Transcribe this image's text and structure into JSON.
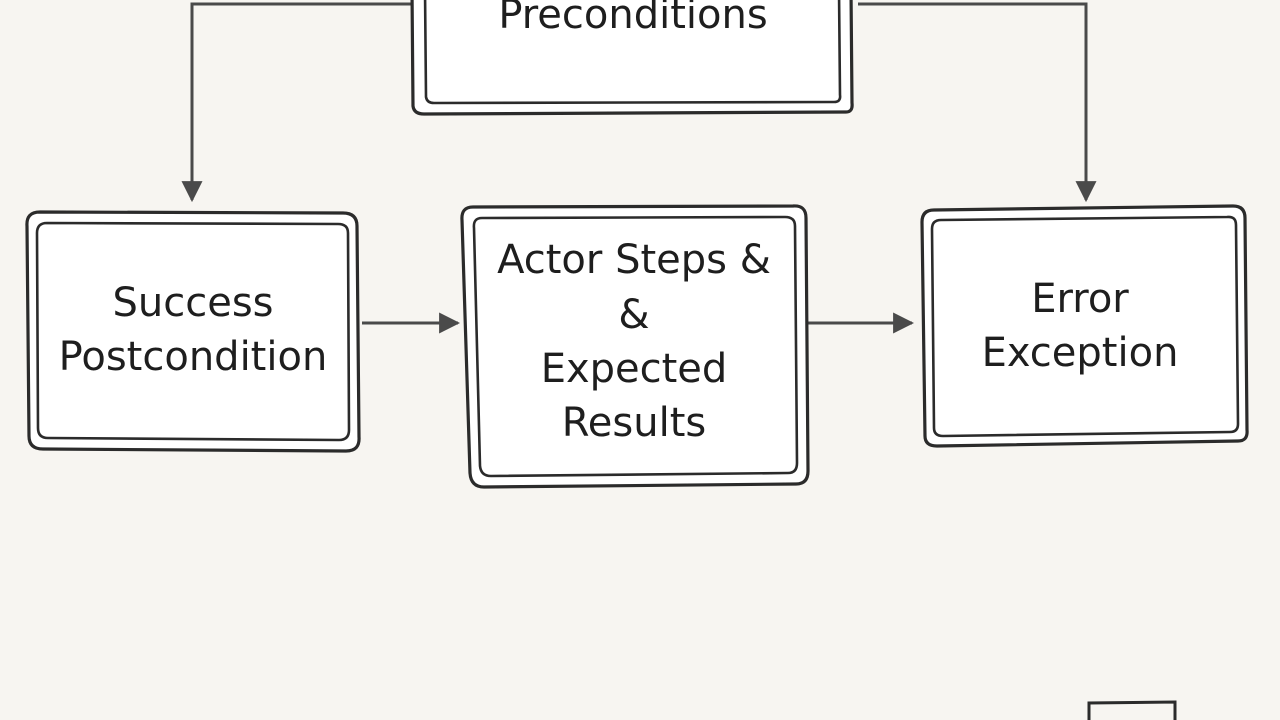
{
  "diagram": {
    "nodes": [
      {
        "id": "preconditions",
        "lines": [
          "Preconditions"
        ]
      },
      {
        "id": "success",
        "lines": [
          "Success",
          "Postcondition"
        ]
      },
      {
        "id": "actor",
        "lines": [
          "Actor Steps &",
          "&",
          "Expected",
          "Results"
        ]
      },
      {
        "id": "error",
        "lines": [
          "Error",
          "Exception"
        ]
      }
    ],
    "edges": [
      {
        "from": "preconditions",
        "to": "success"
      },
      {
        "from": "preconditions",
        "to": "error"
      },
      {
        "from": "success",
        "to": "actor"
      },
      {
        "from": "actor",
        "to": "error"
      }
    ],
    "colors": {
      "background": "#f7f5f1",
      "stroke": "#2b2b2b",
      "arrow": "#4a4a4a",
      "box_fill": "#ffffff",
      "text": "#1e1e1e"
    }
  }
}
